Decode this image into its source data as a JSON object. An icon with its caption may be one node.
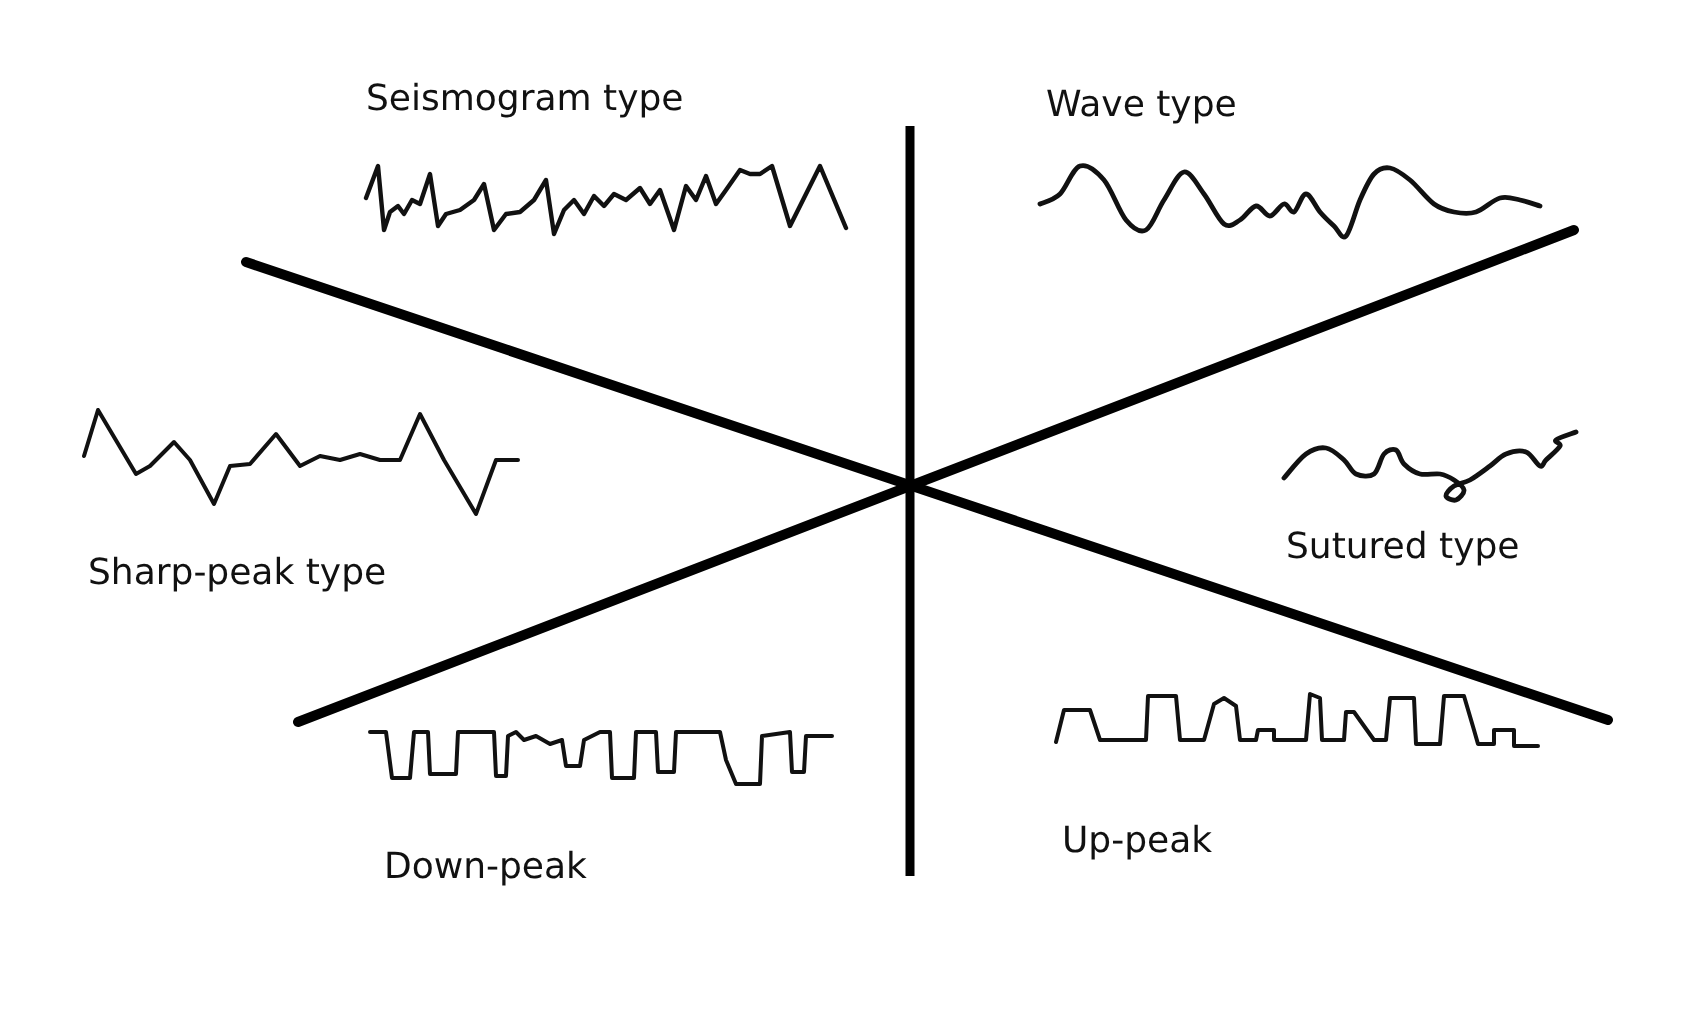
{
  "diagram": {
    "labels": [
      "Seismogram type",
      "Wave type",
      "Sharp-peak type",
      "Sutured type",
      "Down-peak",
      "Up-peak"
    ]
  }
}
